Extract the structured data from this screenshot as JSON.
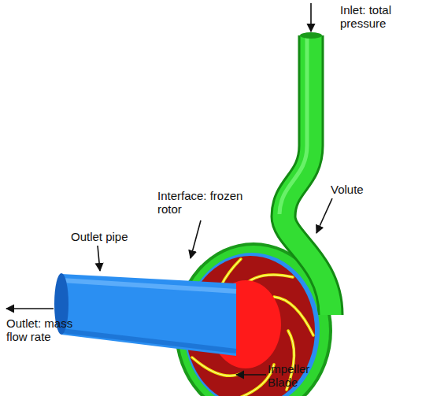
{
  "diagram": {
    "labels": [
      "Inlet: total pressure",
      "Volute",
      "Interface: frozen rotor",
      "Outlet pipe",
      "Outlet: mass flow rate",
      "Impeller Blade"
    ]
  }
}
